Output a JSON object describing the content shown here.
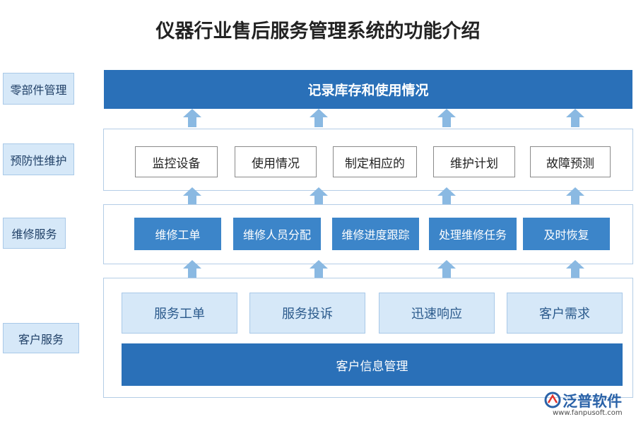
{
  "title": "仪器行业售后服务管理系统的功能介绍",
  "side_labels": [
    "零部件管理",
    "预防性维护",
    "维修服务",
    "客户服务"
  ],
  "top_bar": "记录库存和使用情况",
  "preventive_items": [
    "监控设备",
    "使用情况",
    "制定相应的",
    "维护计划",
    "故障预测"
  ],
  "repair_items": [
    "维修工单",
    "维修人员分配",
    "维修进度跟踪",
    "处理维修任务",
    "及时恢复"
  ],
  "customer_items": [
    "服务工单",
    "服务投诉",
    "迅速响应",
    "客户需求"
  ],
  "bottom_bar": "客户信息管理",
  "logo": {
    "name": "泛普软件",
    "url": "www.fanpusoft.com"
  },
  "colors": {
    "dark_blue": "#2a70b8",
    "mid_blue": "#3c85c9",
    "light_blue": "#d6e8f8",
    "arrow": "#8ab9e2"
  }
}
